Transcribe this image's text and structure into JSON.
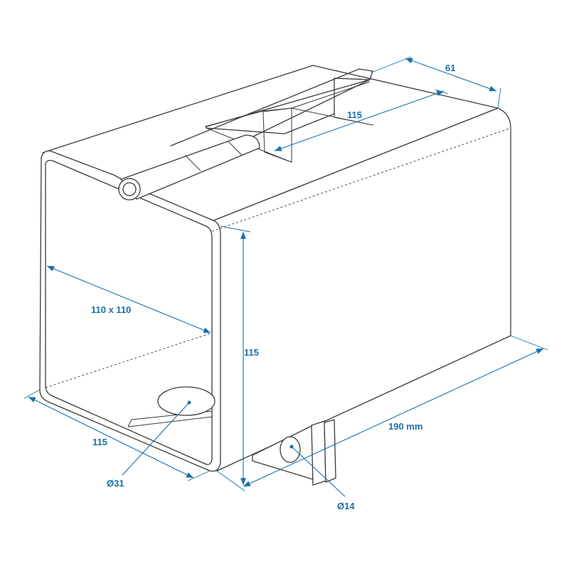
{
  "accent_color": "#1a6fa8",
  "dimensions": {
    "top_width": "61",
    "top_length": "115",
    "inner_opening": "110 x 110",
    "height": "115",
    "length": "190 mm",
    "depth": "115",
    "hole_large": "Ø31",
    "hole_small": "Ø14"
  }
}
